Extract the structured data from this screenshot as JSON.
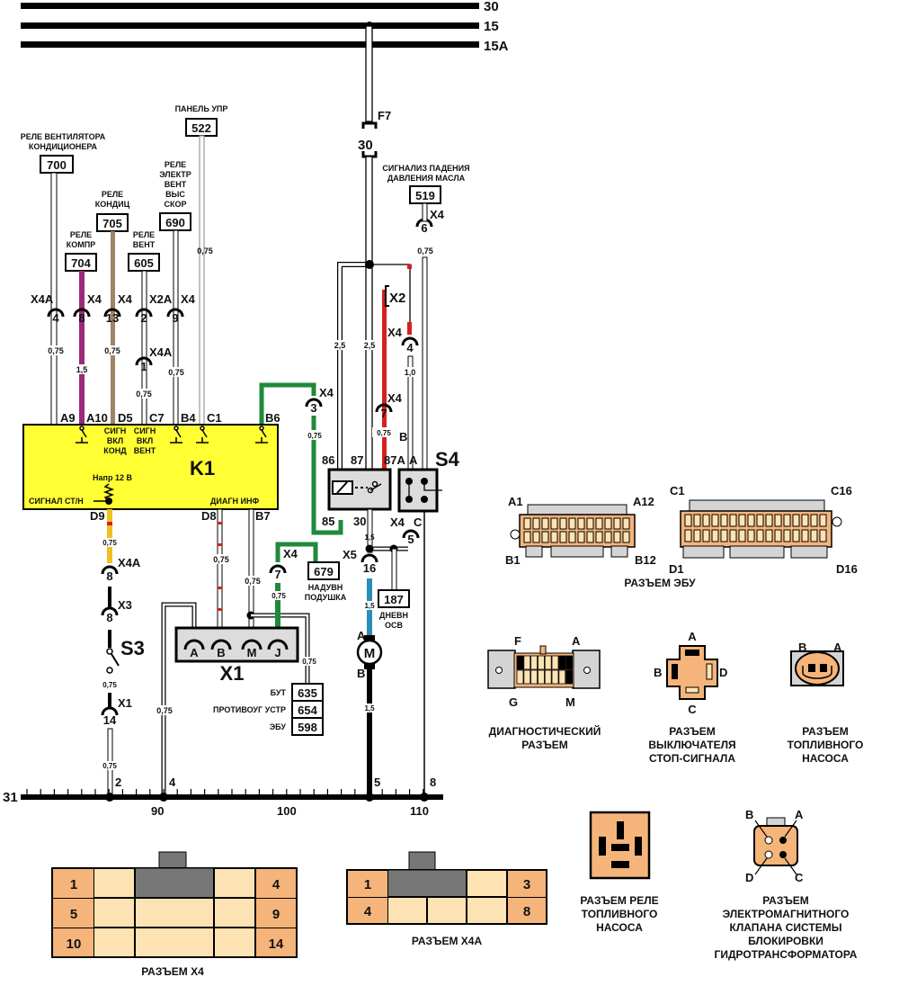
{
  "buses": [
    {
      "id": "30",
      "label": "30"
    },
    {
      "id": "15",
      "label": "15"
    },
    {
      "id": "15A",
      "label": "15A"
    }
  ],
  "ground": {
    "label": "31",
    "scale_labels": [
      "90",
      "100",
      "110"
    ],
    "tap_labels": [
      "2",
      "4",
      "5",
      "8"
    ]
  },
  "fuse": {
    "name": "F7",
    "rating": "30"
  },
  "references": {
    "r700": {
      "title_1": "РЕЛЕ ВЕНТИЛЯТОРА",
      "title_2": "КОНДИЦИОНЕРА",
      "num": "700"
    },
    "r522": {
      "title_1": "ПАНЕЛЬ УПР",
      "num": "522"
    },
    "r705": {
      "title_1": "РЕЛЕ",
      "title_2": "КОНДИЦ",
      "num": "705"
    },
    "r690": {
      "title_1": "РЕЛЕ",
      "title_2": "ЭЛЕКТР",
      "title_3": "ВЕНТ",
      "title_4": "ВЫС",
      "title_5": "СКОР",
      "num": "690"
    },
    "r704": {
      "title_1": "РЕЛЕ",
      "title_2": "КОМПР",
      "num": "704"
    },
    "r605": {
      "title_1": "РЕЛЕ",
      "title_2": "ВЕНТ",
      "num": "605"
    },
    "r519": {
      "title_1": "СИГНАЛИЗ ПАДЕНИЯ",
      "title_2": "ДАВЛЕНИЯ МАСЛА",
      "num": "519"
    },
    "r679": {
      "title_1": "НАДУВН",
      "title_2": "ПОДУШКА",
      "num": "679"
    },
    "r187": {
      "title_1": "ДНЕВН",
      "title_2": "ОСВ",
      "num": "187"
    },
    "r635": {
      "label": "БУТ",
      "num": "635"
    },
    "r654": {
      "label": "ПРОТИВОУГ УСТР",
      "num": "654"
    },
    "r598": {
      "label": "ЭБУ",
      "num": "598"
    }
  },
  "connectors_inline": {
    "x4a_4": {
      "name": "X4A",
      "pin": "4"
    },
    "x4_8": {
      "name": "X4",
      "pin": "8"
    },
    "x4_13": {
      "name": "X4",
      "pin": "13"
    },
    "x2a_2": {
      "name": "X2A",
      "pin": "2"
    },
    "x4_9": {
      "name": "X4",
      "pin": "9"
    },
    "x4a_1": {
      "name": "X4A",
      "pin": "1"
    },
    "x4_3": {
      "name": "X4",
      "pin": "3"
    },
    "x4_7a": {
      "name": "X4",
      "pin": "7"
    },
    "x4_4": {
      "name": "X4",
      "pin": "4"
    },
    "x4_6": {
      "name": "X4",
      "pin": "6"
    },
    "x2": {
      "name": "X2"
    },
    "x4_5": {
      "name": "X4",
      "pin": "5"
    },
    "x5_16": {
      "name": "X5",
      "pin": "16"
    },
    "x4_7b": {
      "name": "X4",
      "pin": "7"
    },
    "x4a_8": {
      "name": "X4A",
      "pin": "8"
    },
    "x3_8": {
      "name": "X3",
      "pin": "8"
    },
    "x1_14": {
      "name": "X1",
      "pin": "14"
    }
  },
  "wire_gauges": {
    "g075": "0,75",
    "g15": "1,5",
    "g25": "2,5",
    "g10": "1,0"
  },
  "ecu": {
    "name": "K1",
    "pins_top": [
      "A9",
      "A10",
      "D5",
      "C7",
      "B4",
      "C1",
      "B6"
    ],
    "pins_bottom": [
      "D9",
      "D8",
      "B7"
    ],
    "sig_ac_1": "СИГН",
    "sig_ac_2": "ВКЛ",
    "sig_ac_3": "КОНД",
    "sig_fan_1": "СИГН",
    "sig_fan_2": "ВКЛ",
    "sig_fan_3": "ВЕНТ",
    "voltage": "Напр 12 В",
    "brake_signal": "СИГНАЛ СТ/Н",
    "diag": "ДИАГН ИНФ",
    "color": "#ffff33"
  },
  "relay": {
    "pins": [
      "86",
      "87",
      "87A",
      "85",
      "30"
    ]
  },
  "s4": {
    "name": "S4",
    "pins": [
      "A",
      "B",
      "C"
    ]
  },
  "s3": {
    "name": "S3"
  },
  "motor": {
    "symbol": "M",
    "pins": [
      "A",
      "B"
    ]
  },
  "x1": {
    "name": "X1",
    "pins": [
      "A",
      "B",
      "M",
      "J"
    ]
  },
  "ecu_connector": {
    "caption": "РАЗЪЕМ ЭБУ",
    "left_labels": [
      "A1",
      "A12",
      "B1",
      "B12"
    ],
    "right_labels": [
      "C1",
      "C16",
      "D1",
      "D16"
    ]
  },
  "diag_connector": {
    "labels": [
      "F",
      "A",
      "G",
      "M"
    ],
    "caption_1": "ДИАГНОСТИЧЕСКИЙ",
    "caption_2": "РАЗЪЕМ"
  },
  "brake_switch_connector": {
    "labels": [
      "A",
      "B",
      "C",
      "D"
    ],
    "caption_1": "РАЗЪЕМ",
    "caption_2": "ВЫКЛЮЧАТЕЛЯ",
    "caption_3": "СТОП-СИГНАЛА"
  },
  "fuel_pump_connector": {
    "labels": [
      "B",
      "A"
    ],
    "caption_1": "РАЗЪЕМ",
    "caption_2": "ТОПЛИВНОГО",
    "caption_3": "НАСОСА"
  },
  "fuel_relay_connector": {
    "caption_1": "РАЗЪЕМ РЕЛЕ",
    "caption_2": "ТОПЛИВНОГО",
    "caption_3": "НАСОСА"
  },
  "solenoid_connector": {
    "labels": [
      "B",
      "A",
      "D",
      "C"
    ],
    "caption_1": "РАЗЪЕМ",
    "caption_2": "ЭЛЕКТРОМАГНИТНОГО",
    "caption_3": "КЛАПАНА СИСТЕМЫ",
    "caption_4": "БЛОКИРОВКИ",
    "caption_5": "ГИДРОТРАНСФОРМАТОРА"
  },
  "x4_connector": {
    "pins": [
      "1",
      "4",
      "5",
      "9",
      "10",
      "14"
    ],
    "caption": "РАЗЪЕМ X4"
  },
  "x4a_connector": {
    "pins": [
      "1",
      "3",
      "4",
      "8"
    ],
    "caption": "РАЗЪЕМ X4A"
  },
  "colors": {
    "wire_violet": "#9b2a7a",
    "wire_brown": "#a08466",
    "wire_green": "#1e8a3a",
    "wire_red": "#d42020",
    "wire_blue": "#2a8fb8",
    "wire_cyan_mark": "#2aa7c7",
    "wire_yellow": "#f0c020",
    "connector_orange": "#f4b47a",
    "connector_light": "#fde3b4",
    "housing_gray": "#d4d4d4",
    "latch_gray": "#777777"
  }
}
